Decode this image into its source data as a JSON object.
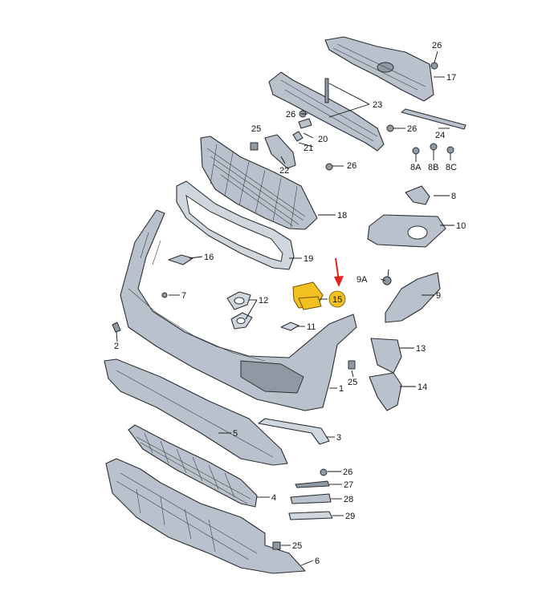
{
  "callouts": {
    "c26a": "26",
    "c17": "17",
    "c23": "23",
    "c26b": "26",
    "c26c": "26",
    "c25a": "25",
    "c20": "20",
    "c21": "21",
    "c22": "22",
    "c26d": "26",
    "c24": "24",
    "c8a": "8A",
    "c8b": "8B",
    "c8c": "8C",
    "c8": "8",
    "c18": "18",
    "c10": "10",
    "c16": "16",
    "c19": "19",
    "c7": "7",
    "c9a": "9A",
    "c9": "9",
    "c12": "12",
    "c15": "15",
    "c11": "11",
    "c2": "2",
    "c13": "13",
    "c25b": "25",
    "c1": "1",
    "c14": "14",
    "c5": "5",
    "c3": "3",
    "c26e": "26",
    "c27": "27",
    "c4": "4",
    "c28": "28",
    "c29": "29",
    "c25c": "25",
    "c6": "6"
  },
  "colors": {
    "highlight": "#f3c021",
    "arrow": "#e0261c",
    "part_fill": "#b9c2cc"
  }
}
